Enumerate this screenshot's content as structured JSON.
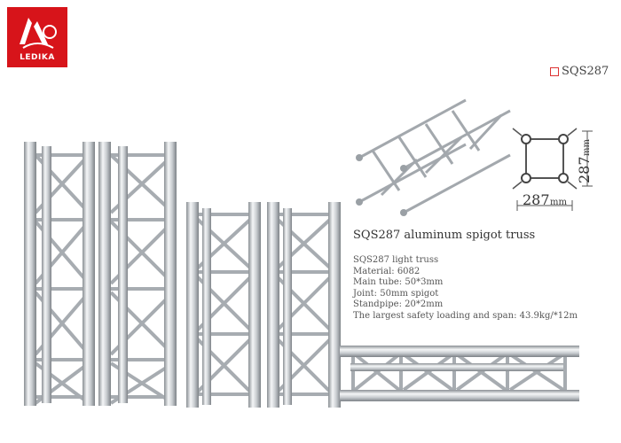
{
  "brand": {
    "name": "LEDIKA",
    "color": "#d7141a"
  },
  "product": {
    "model": "SQS287",
    "title": "SQS287 aluminum spigot truss",
    "dim_width": "287",
    "dim_height": "287",
    "dim_unit": "mm"
  },
  "specs": [
    "SQS287 light truss",
    "Material: 6082",
    "Main tube: 50*3mm",
    "Joint: 50mm spigot",
    "Standpipe: 20*2mm",
    "The largest safety loading and span: 43.9kg/*12m"
  ]
}
